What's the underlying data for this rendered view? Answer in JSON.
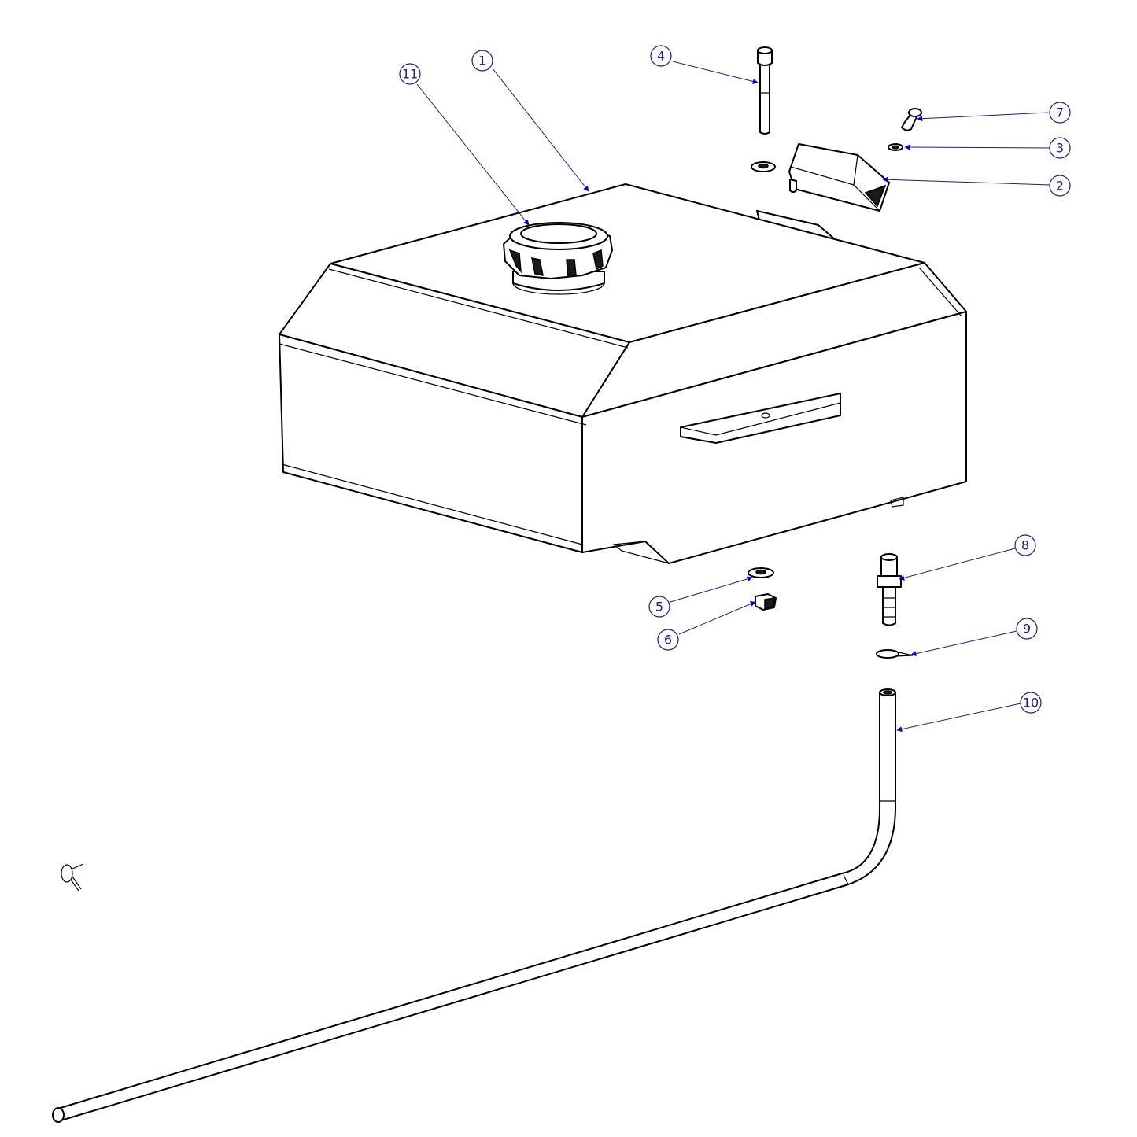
{
  "balloons": [
    {
      "id": "1",
      "label": "1"
    },
    {
      "id": "2",
      "label": "2"
    },
    {
      "id": "3",
      "label": "3"
    },
    {
      "id": "4",
      "label": "4"
    },
    {
      "id": "5",
      "label": "5"
    },
    {
      "id": "6",
      "label": "6"
    },
    {
      "id": "7",
      "label": "7"
    },
    {
      "id": "8",
      "label": "8"
    },
    {
      "id": "9",
      "label": "9"
    },
    {
      "id": "10",
      "label": "10"
    },
    {
      "id": "11",
      "label": "11"
    }
  ],
  "colors": {
    "leader": "#1c1c8c",
    "arrow": "#0000cc",
    "linework": "#000000",
    "background": "#ffffff"
  }
}
